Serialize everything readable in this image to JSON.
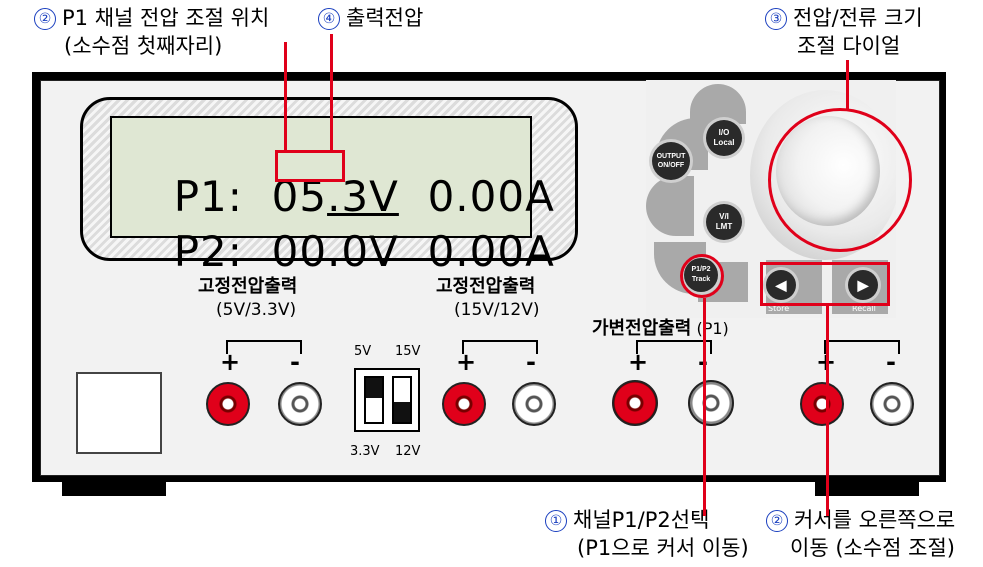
{
  "callouts": {
    "c2_top": {
      "num": "②",
      "line1": "P1 채널 전압 조절 위치",
      "line2": "(소수점 첫째자리)"
    },
    "c4": {
      "num": "④",
      "line1": "출력전압"
    },
    "c3": {
      "num": "③",
      "line1": "전압/전류 크기",
      "line2": "조절 다이얼"
    },
    "c1": {
      "num": "①",
      "line1": "채널P1/P2선택",
      "line2": "(P1으로 커서 이동)"
    },
    "c2_bottom": {
      "num": "②",
      "line1": "커서를 오른쪽으로",
      "line2": "이동 (소수점 조절)"
    }
  },
  "display": {
    "row1": {
      "channel": "P1:",
      "voltage_pre": "05",
      "voltage_cursor": ".3V",
      "current": "0.00A"
    },
    "row2": {
      "channel": "P2:",
      "voltage": "00.0V",
      "current": "0.00A"
    }
  },
  "panel": {
    "output_btn": {
      "line1": "OUTPUT",
      "line2": "ON/OFF"
    },
    "io_btn": {
      "line1": "I/O",
      "line2": "Local"
    },
    "vi_btn": {
      "line1": "V/I",
      "line2": "LMT"
    },
    "p1p2_btn": {
      "line1": "P1/P2",
      "line2": "Track"
    },
    "store_label": "Store",
    "recall_label": "Recall",
    "left_arrow": "◀",
    "right_arrow": "▶"
  },
  "outputs": {
    "fixed1": {
      "title": "고정전압출력",
      "sub": "(5V/3.3V)",
      "plus": "+",
      "minus": "-"
    },
    "fixed2": {
      "title": "고정전압출력",
      "sub": "(15V/12V)",
      "plus": "+",
      "minus": "-"
    },
    "variable": {
      "title": "가변전압출력",
      "sub": "(P1)",
      "plus": "+",
      "minus": "-"
    },
    "variable2": {
      "plus": "+",
      "minus": "-"
    }
  },
  "switch": {
    "top_left": "5V",
    "top_right": "15V",
    "bottom_left": "3.3V",
    "bottom_right": "12V"
  },
  "colors": {
    "highlight": "#e0001a",
    "number_circle": "#1a3fbf",
    "lcd_bg": "#dfe7d3"
  }
}
